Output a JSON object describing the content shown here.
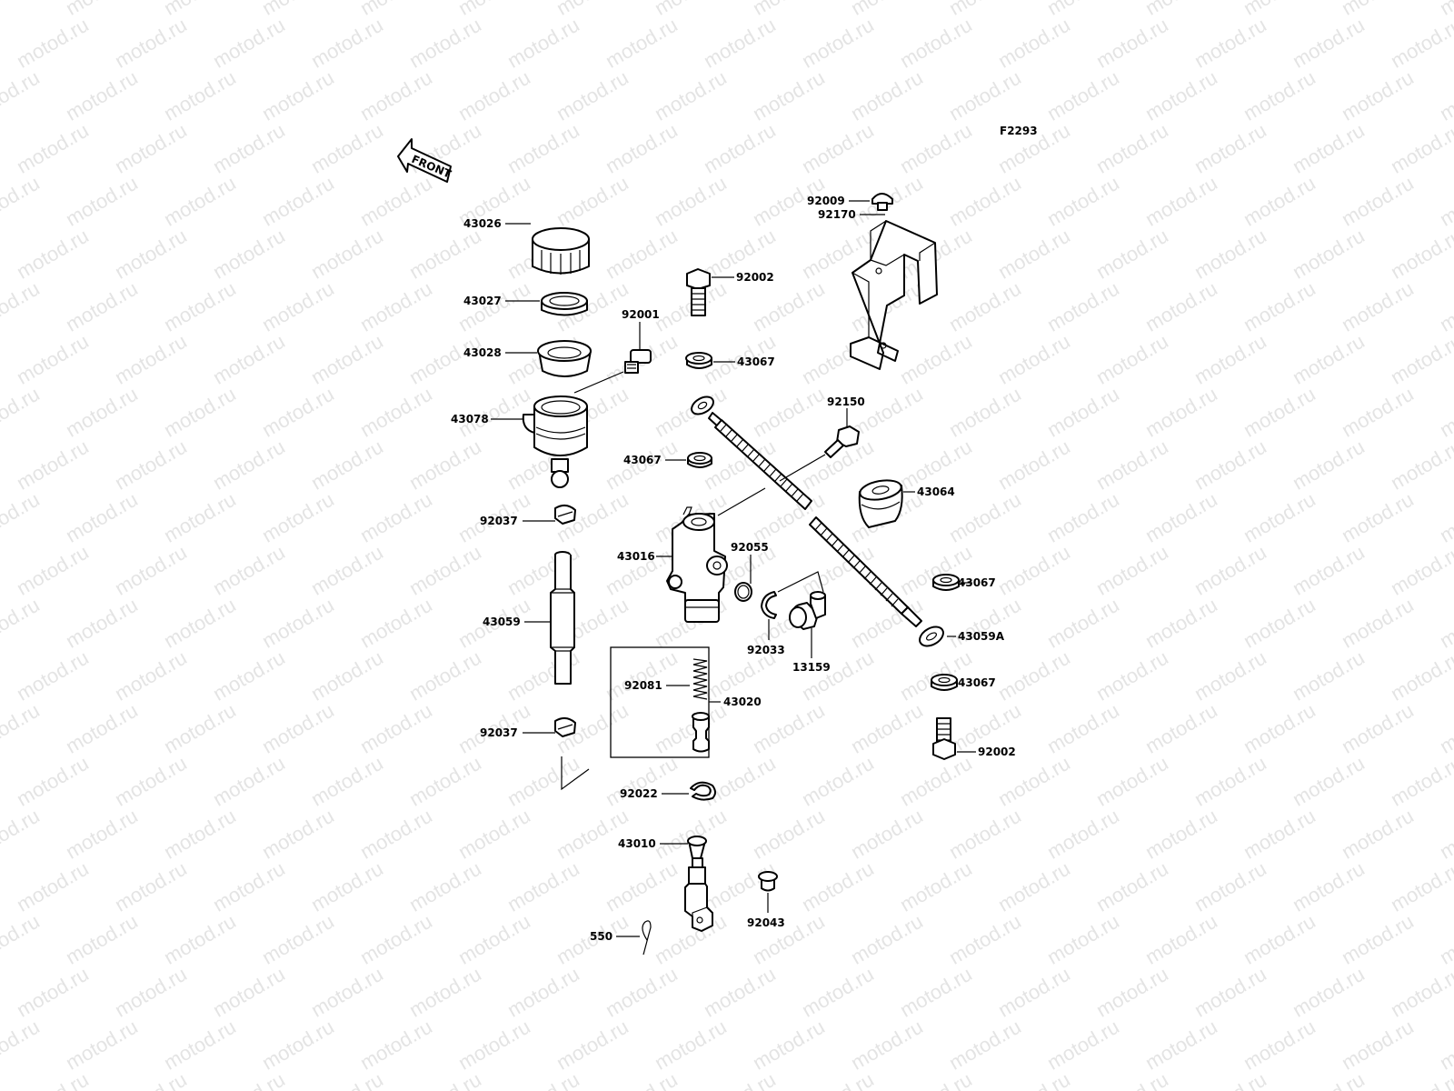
{
  "watermark_text": "motod.ru",
  "figure_code": "F2293",
  "front_label": "FRONT",
  "parts": {
    "p43026": "43026",
    "p43027": "43027",
    "p43028": "43028",
    "p43078": "43078",
    "p92001": "92001",
    "p92002_top": "92002",
    "p43067_a": "43067",
    "p43067_b": "43067",
    "p43067_c": "43067",
    "p43067_d": "43067",
    "p92009": "92009",
    "p92170": "92170",
    "p92150": "92150",
    "p43064": "43064",
    "p92037_top": "92037",
    "p92037_bottom": "92037",
    "p43016": "43016",
    "p92055": "92055",
    "p43059": "43059",
    "p92033": "92033",
    "p13159": "13159",
    "p43059A": "43059A",
    "p92081": "92081",
    "p43020": "43020",
    "p92002_bottom": "92002",
    "p92022": "92022",
    "p43010": "43010",
    "p92043": "92043",
    "p550": "550"
  },
  "colors": {
    "line": "#000000",
    "watermark": "#e4e4e4",
    "background": "#ffffff"
  }
}
